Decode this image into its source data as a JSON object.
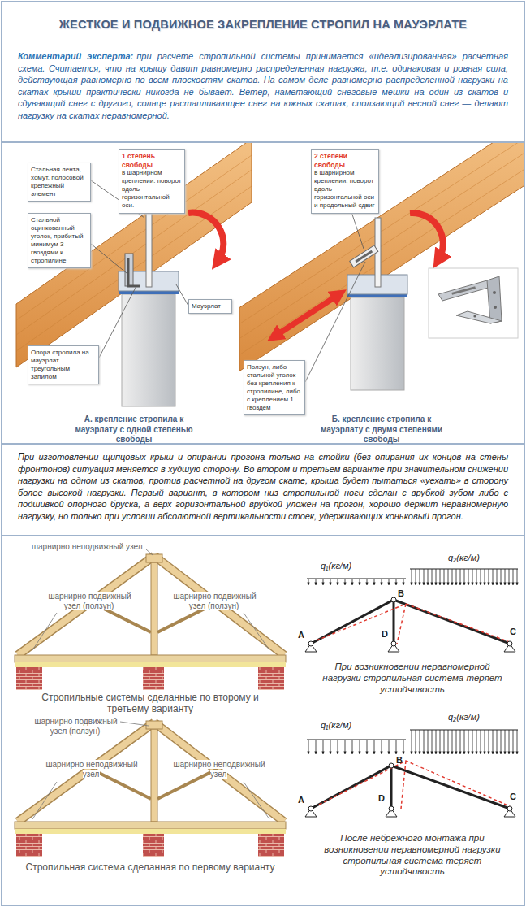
{
  "diagram": {
    "title": "ЖЕСТКОЕ И ПОДВИЖНОЕ ЗАКРЕПЛЕНИЕ СТРОПИЛ НА МАУЭРЛАТЕ",
    "nodes": [
      {
        "text": [
          "Комментарий эксперта:",
          "при расчете стропильной системы принимается «идеализированная» расчетная схема. Считается, что на крышу давит равномерно распределенная нагрузка, т.е. одинаковая и ровная сила, действующая равномерно по всем плоскостям скатов. На самом деле равномерно распределенной нагрузки на скатах крыши практически никогда не бывает. Ветер, наметающий снеговые мешки на один из скатов и сдувающий снег с другого, солнце растапливающее снег на южных скатах, сползающий весной снег — делают нагрузку на скатах неравномерной."
        ]
      },
      {
        "text": [
          "Стальная лента, хомут, полосовой крепежный элемент"
        ]
      },
      {
        "text": [
          "Стальной оцинкованный уголок, прибитый минимум 3 гвоздями к стропилине"
        ]
      },
      {
        "text": [
          "Опора стропила на мауэрлат треугольным запилом"
        ]
      },
      {
        "text": [
          "1 степень свободы",
          "в шарнирном креплении: поворот вдоль горизонтальной оси."
        ]
      },
      {
        "text": [
          "Мауэрлат"
        ]
      },
      {
        "text": [
          "2 степени свободы",
          "в шарнирном креплении: поворот вдоль горизонтальной оси и продольный сдвиг"
        ]
      },
      {
        "text": [
          "Ползун, либо стальной уголок без крепления к стропилине, либо с креплением 1 гвоздем"
        ]
      },
      {
        "text": [
          "При изготовлении щипцовых крыш и опирании прогона только на стойки (без опирания их концов на стены фронтонов) ситуация меняется в худшую сторону. Во втором и третьем варианте при значительном снижении нагрузки на одном из скатов, против расчетной на другом скате, крыша будет пытаться «уехать» в сторону более высокой нагрузки. Первый вариант, в котором низ стропильной ноги сделан с врубкой зубом либо с подшивкой опорного бруска, а верх горизонтальной врубкой уложен на прогон, хорошо держит неравномерную нагрузку, но только при условии абсолютной вертикальности стоек, удерживающих коньковый прогон."
        ]
      }
    ],
    "labels": [
      "А. крепление стропила к мауэрлату с одной степенью свободы",
      "Б. крепление стропила к мауэрлату с двумя степенями свободы",
      "шарнирно неподвижный узел",
      "шарнирно подвижный узел (ползун)",
      "шарнирно подвижный узел (ползун)",
      "Стропильные системы сделанные по второму и третьему варианту",
      "q₁(кг/м)",
      "q₂(кг/м)",
      "B",
      "A",
      "D",
      "C",
      "При возникновении неравномерной нагрузки стропильная система теряет устойчивость",
      "шарнирно подвижный узел (ползун)",
      "шарнирно неподвижный узел",
      "шарнирно неподвижный узел",
      "Стропильная система сделанная по первому варианту",
      "q₁(кг/м)",
      "q₂(кг/м)",
      "B",
      "A",
      "D",
      "C",
      "После небрежного монтажа при возникновении неравномерной нагрузки стропильная система теряет устойчивость"
    ]
  }
}
